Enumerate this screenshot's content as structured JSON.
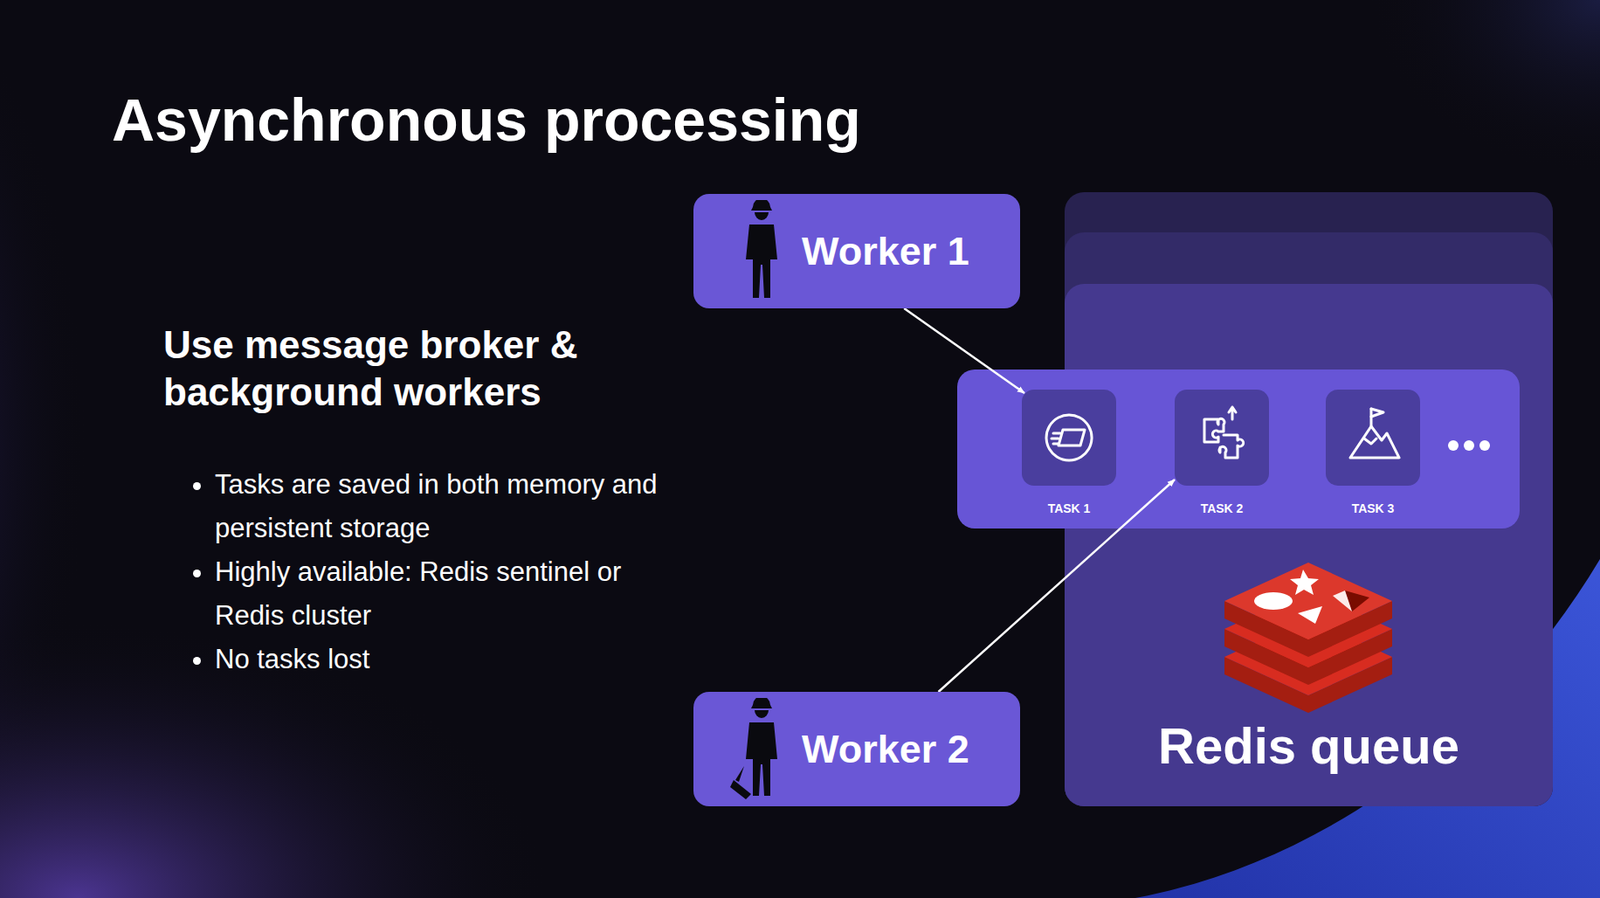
{
  "diagram": {
    "title": "Asynchronous processing",
    "nodes": [
      {
        "text": [
          "Worker 1"
        ]
      },
      {
        "text": [
          "TASK 1"
        ]
      },
      {
        "text": [
          "TASK 2"
        ]
      },
      {
        "text": [
          "TASK 3"
        ]
      },
      {
        "text": [
          "Redis queue"
        ]
      },
      {
        "text": [
          "Worker 2"
        ]
      }
    ],
    "edges": [
      {
        "from": 0,
        "to": 1,
        "arrow": "to"
      },
      {
        "from": 5,
        "to": 2,
        "arrow": "to"
      }
    ],
    "labels": [
      "Use message broker & background workers",
      "Tasks are saved in both memory and persistent storage",
      "Highly available: Redis sentinel or Redis cluster",
      "No tasks lost"
    ]
  }
}
